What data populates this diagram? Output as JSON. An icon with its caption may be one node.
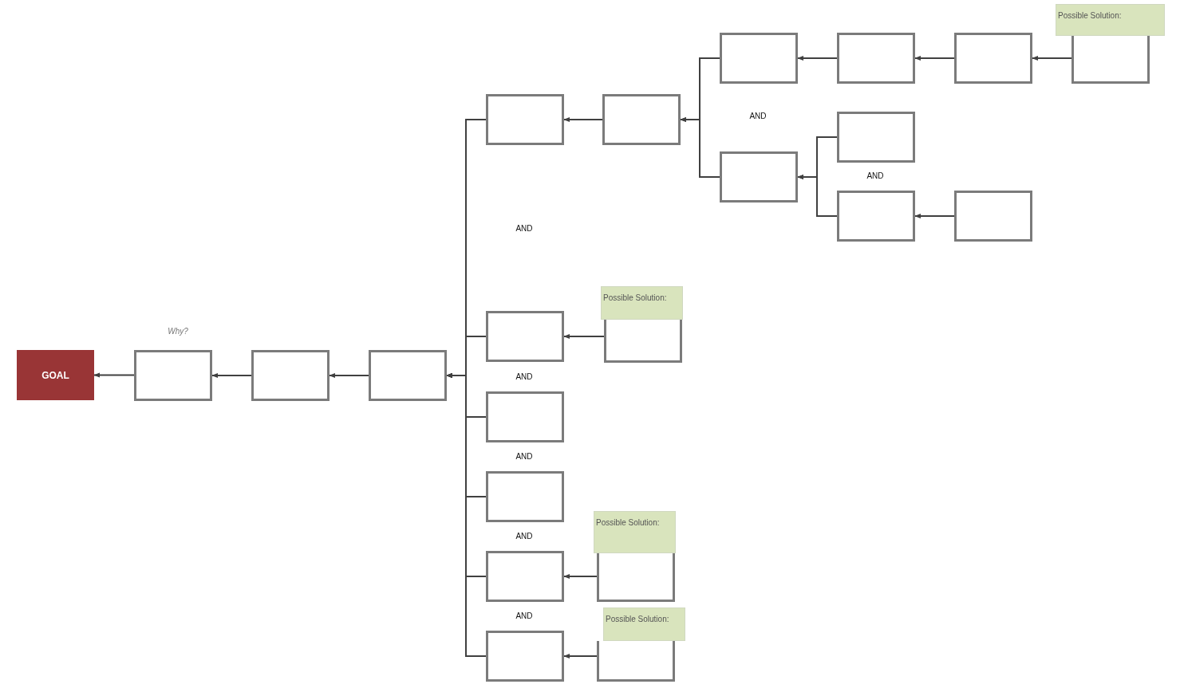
{
  "diagram": {
    "nodes": [
      {
        "text": [
          "GOAL"
        ]
      },
      {
        "text": [],
        "shape": "box"
      },
      {
        "text": [],
        "shape": "box"
      },
      {
        "text": [],
        "shape": "box"
      },
      {
        "text": [],
        "shape": "box"
      },
      {
        "text": [],
        "shape": "box"
      },
      {
        "text": [],
        "shape": "box"
      },
      {
        "text": [],
        "shape": "box"
      },
      {
        "text": [],
        "shape": "box"
      },
      {
        "text": [],
        "shape": "box"
      },
      {
        "text": [
          "Possible Solution:"
        ]
      },
      {
        "text": [],
        "shape": "box"
      },
      {
        "text": [],
        "shape": "box"
      },
      {
        "text": [],
        "shape": "box"
      },
      {
        "text": [],
        "shape": "box"
      },
      {
        "text": [],
        "shape": "box"
      },
      {
        "text": [],
        "shape": "box"
      },
      {
        "text": [
          "Possible Solution:"
        ]
      },
      {
        "text": [],
        "shape": "box"
      },
      {
        "text": [],
        "shape": "box"
      },
      {
        "text": [],
        "shape": "box"
      },
      {
        "text": [],
        "shape": "box"
      },
      {
        "text": [
          "Possible Solution:"
        ]
      },
      {
        "text": [],
        "shape": "box"
      },
      {
        "text": [],
        "shape": "box"
      },
      {
        "text": [
          "Possible Solution:"
        ]
      }
    ],
    "edges": [
      {
        "from": 1,
        "to": 0,
        "arrow": "to"
      },
      {
        "from": 2,
        "to": 1,
        "arrow": "to"
      },
      {
        "from": 3,
        "to": 2,
        "arrow": "to"
      },
      {
        "from": 4,
        "to": 3,
        "arrow": "to"
      },
      {
        "from": 15,
        "to": 3,
        "arrow": "to"
      },
      {
        "from": 18,
        "to": 3,
        "arrow": "to"
      },
      {
        "from": 19,
        "to": 3,
        "arrow": "to"
      },
      {
        "from": 20,
        "to": 3,
        "arrow": "to"
      },
      {
        "from": 23,
        "to": 3,
        "arrow": "to"
      },
      {
        "from": 5,
        "to": 4,
        "arrow": "to"
      },
      {
        "from": 6,
        "to": 5,
        "arrow": "to"
      },
      {
        "from": 11,
        "to": 5,
        "arrow": "to"
      },
      {
        "from": 7,
        "to": 6,
        "arrow": "to"
      },
      {
        "from": 8,
        "to": 7,
        "arrow": "to"
      },
      {
        "from": 9,
        "to": 8,
        "arrow": "to"
      },
      {
        "from": 12,
        "to": 11,
        "arrow": "to"
      },
      {
        "from": 13,
        "to": 11,
        "arrow": "to"
      },
      {
        "from": 14,
        "to": 13,
        "arrow": "to"
      },
      {
        "from": 16,
        "to": 15,
        "arrow": "to"
      },
      {
        "from": 21,
        "to": 20,
        "arrow": "to"
      },
      {
        "from": 24,
        "to": 23,
        "arrow": "to"
      }
    ],
    "labels": [
      "AND",
      "AND",
      "AND",
      "Why?",
      "AND",
      "AND",
      "AND",
      "AND"
    ]
  }
}
